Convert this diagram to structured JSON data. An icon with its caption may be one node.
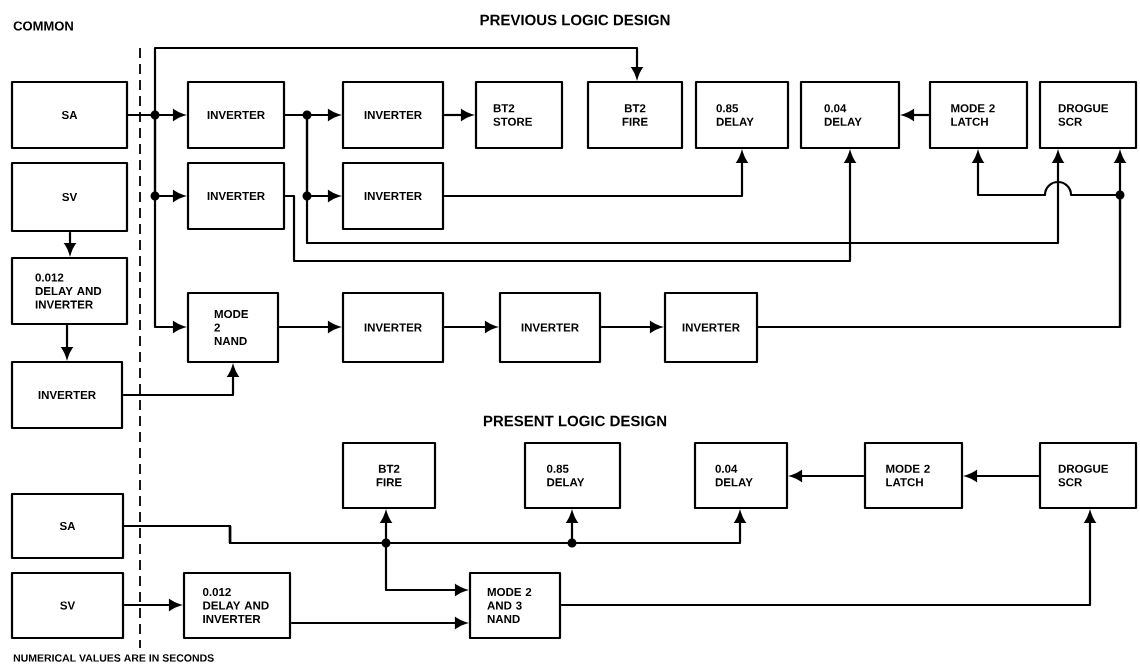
{
  "diagram": {
    "nodes": [
      {
        "text": [
          "SA"
        ]
      },
      {
        "text": [
          "SV"
        ]
      },
      {
        "text": [
          "0.012 DELAY AND INVERTER"
        ]
      },
      {
        "text": [
          "INVERTER"
        ]
      },
      {
        "text": [
          "INVERTER"
        ]
      },
      {
        "text": [
          "INVERTER"
        ]
      },
      {
        "text": [
          "BT2 STORE"
        ]
      },
      {
        "text": [
          "BT2 FIRE"
        ]
      },
      {
        "text": [
          "0.85 DELAY"
        ]
      },
      {
        "text": [
          "0.04 DELAY"
        ]
      },
      {
        "text": [
          "MODE 2 LATCH"
        ]
      },
      {
        "text": [
          "DROGUE SCR"
        ]
      },
      {
        "text": [
          "INVERTER"
        ]
      },
      {
        "text": [
          "INVERTER"
        ]
      },
      {
        "text": [
          "MODE 2 NAND"
        ]
      },
      {
        "text": [
          "INVERTER"
        ]
      },
      {
        "text": [
          "INVERTER"
        ]
      },
      {
        "text": [
          "INVERTER"
        ]
      },
      {
        "text": [
          "SA"
        ]
      },
      {
        "text": [
          "SV"
        ]
      },
      {
        "text": [
          "0.012 DELAY AND INVERTER"
        ]
      },
      {
        "text": [
          "BT2 FIRE"
        ]
      },
      {
        "text": [
          "0.85 DELAY"
        ]
      },
      {
        "text": [
          "0.04 DELAY"
        ]
      },
      {
        "text": [
          "MODE 2 LATCH"
        ]
      },
      {
        "text": [
          "DROGUE SCR"
        ]
      },
      {
        "text": [
          "MODE 2 AND 3 NAND"
        ]
      }
    ],
    "edges": [
      {
        "from": 0,
        "to": 4,
        "arrow": "to"
      },
      {
        "from": 0,
        "to": 12,
        "arrow": "to"
      },
      {
        "from": 0,
        "to": 14,
        "arrow": "to"
      },
      {
        "from": 0,
        "to": 7,
        "arrow": "to"
      },
      {
        "from": 1,
        "to": 2,
        "arrow": "to"
      },
      {
        "from": 2,
        "to": 3,
        "arrow": "to"
      },
      {
        "from": 3,
        "to": 14,
        "arrow": "to"
      },
      {
        "from": 4,
        "to": 5,
        "arrow": "to"
      },
      {
        "from": 5,
        "to": 6,
        "arrow": "to"
      },
      {
        "from": 4,
        "to": 13,
        "arrow": "to"
      },
      {
        "from": 4,
        "to": 11,
        "arrow": "to"
      },
      {
        "from": 12,
        "to": 9,
        "arrow": "to"
      },
      {
        "from": 13,
        "to": 8,
        "arrow": "to"
      },
      {
        "from": 10,
        "to": 9,
        "arrow": "to"
      },
      {
        "from": 14,
        "to": 15,
        "arrow": "to"
      },
      {
        "from": 15,
        "to": 16,
        "arrow": "to"
      },
      {
        "from": 16,
        "to": 17,
        "arrow": "to"
      },
      {
        "from": 17,
        "to": 11,
        "arrow": "to"
      },
      {
        "from": 17,
        "to": 10,
        "arrow": "to"
      },
      {
        "from": 18,
        "to": 21,
        "arrow": "to"
      },
      {
        "from": 18,
        "to": 22,
        "arrow": "to"
      },
      {
        "from": 18,
        "to": 23,
        "arrow": "to"
      },
      {
        "from": 18,
        "to": 26,
        "arrow": "to"
      },
      {
        "from": 19,
        "to": 20,
        "arrow": "to"
      },
      {
        "from": 20,
        "to": 26,
        "arrow": "to"
      },
      {
        "from": 26,
        "to": 25,
        "arrow": "to"
      },
      {
        "from": 25,
        "to": 24,
        "arrow": "to"
      },
      {
        "from": 24,
        "to": 23,
        "arrow": "to"
      }
    ],
    "labels": [
      "COMMON",
      "PREVIOUS LOGIC DESIGN",
      "PRESENT LOGIC DESIGN",
      "NUMERICAL VALUES ARE IN SECONDS"
    ]
  }
}
